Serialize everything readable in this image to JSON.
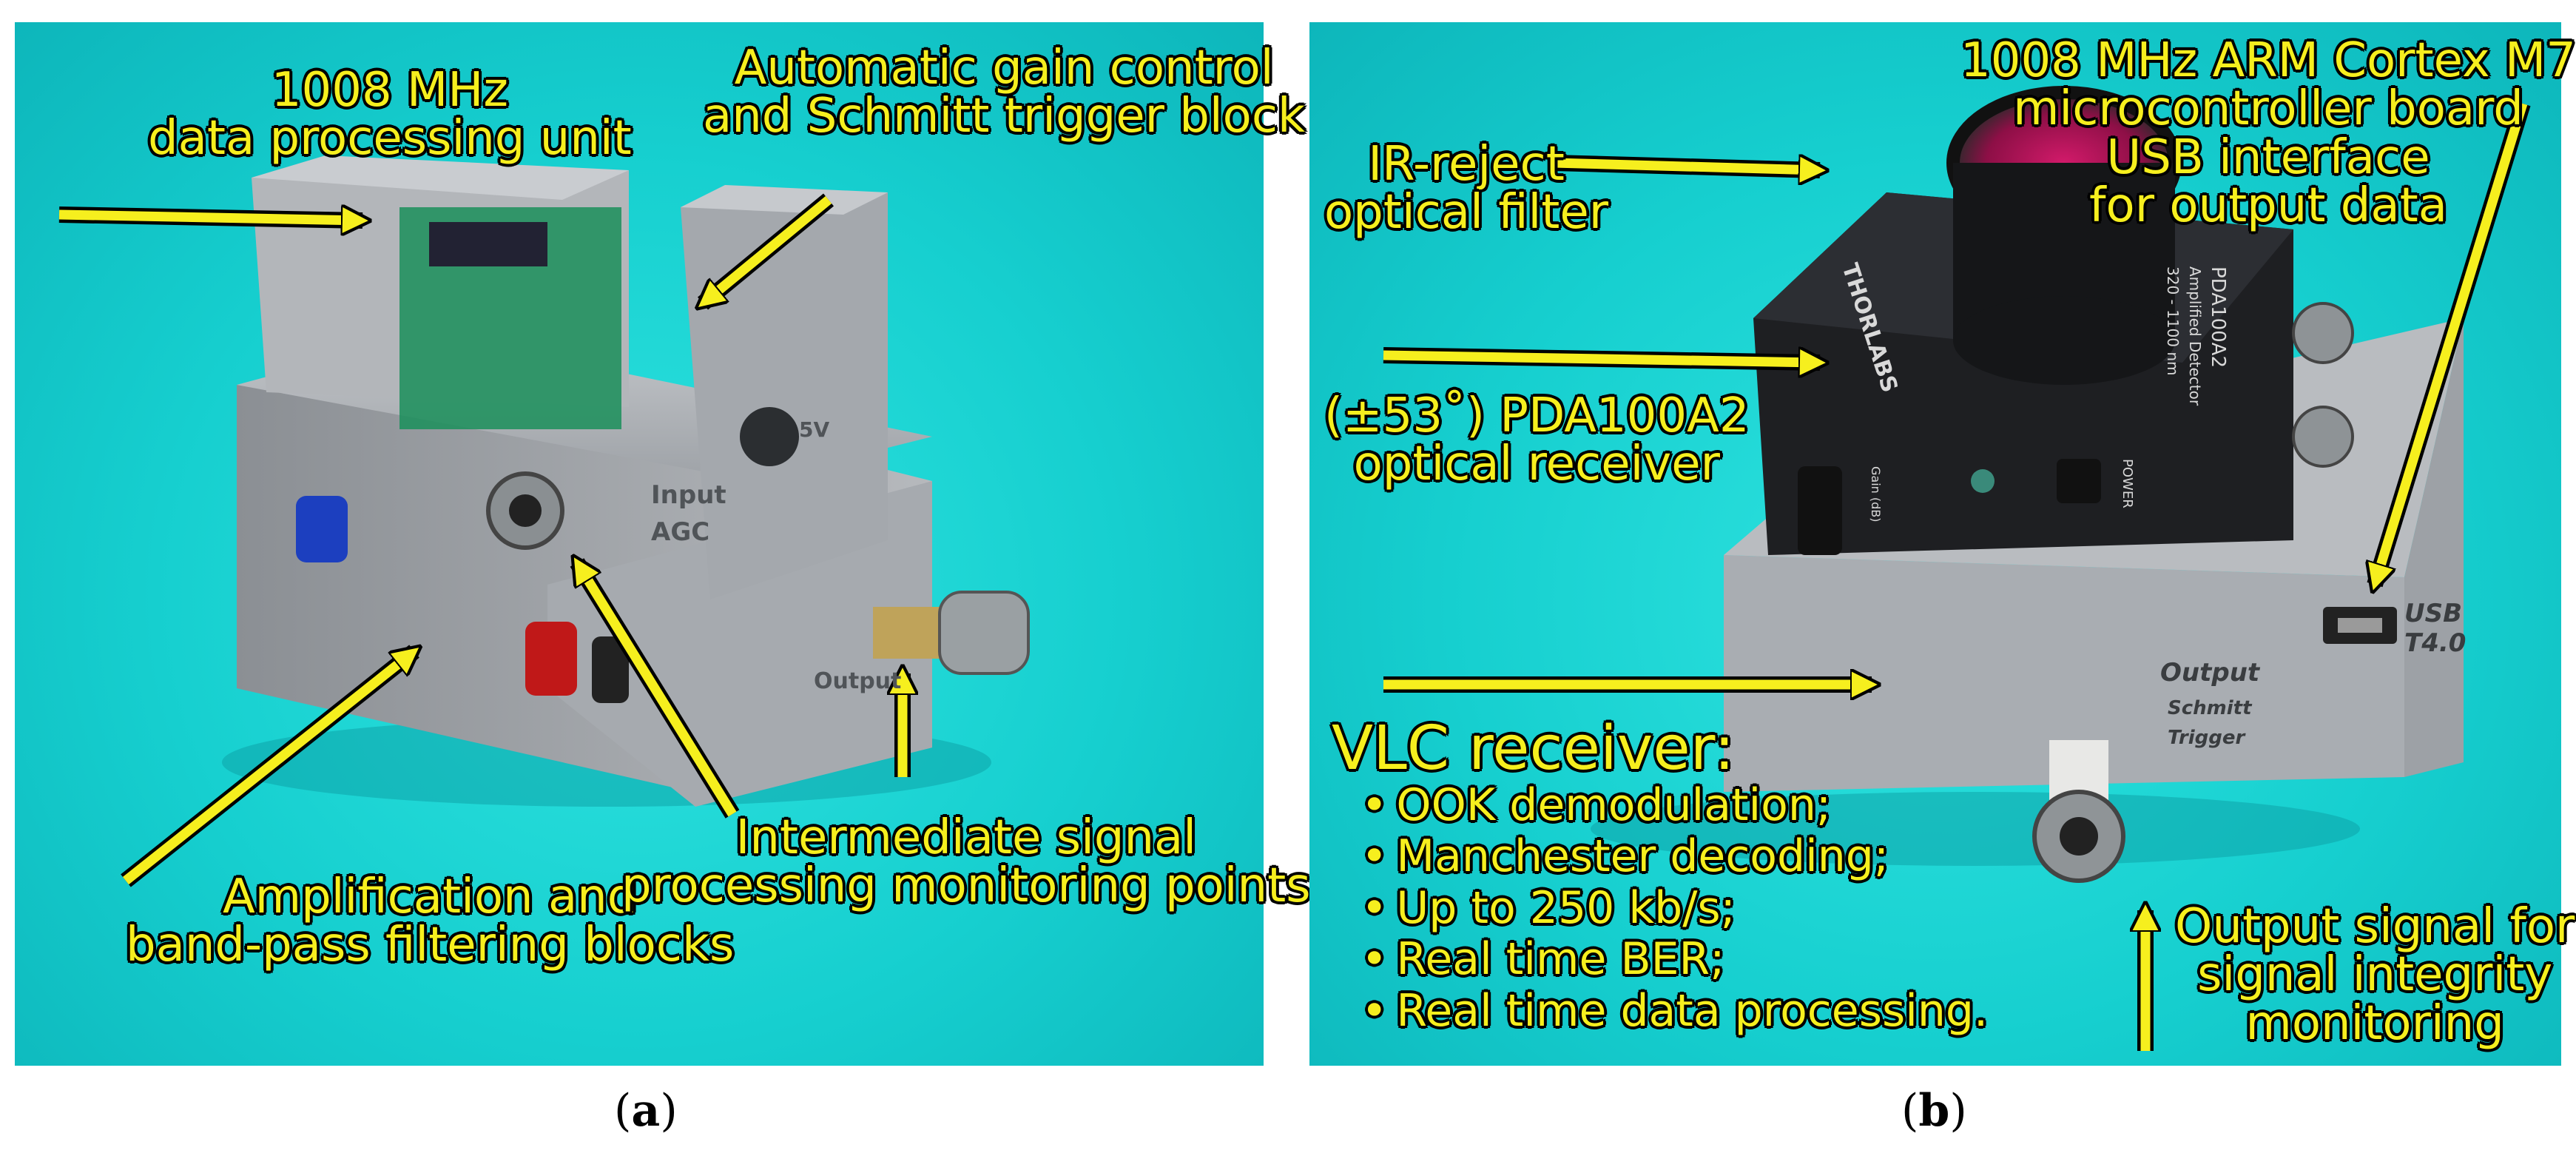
{
  "panel_a": {
    "caption_letter": "a",
    "device_markings": {
      "input": "Input",
      "agc": "AGC",
      "voltage": "5V",
      "output": "Output"
    },
    "labels": {
      "processing_unit": [
        "1008 MHz",
        "data processing unit"
      ],
      "agc_block": [
        "Automatic gain control",
        "and Schmitt  trigger block"
      ],
      "amplification": [
        "Amplification and",
        "band-pass filtering blocks"
      ],
      "monitoring": [
        "Intermediate signal",
        "processing monitoring points"
      ]
    }
  },
  "panel_b": {
    "caption_letter": "b",
    "device_markings": {
      "brand": "THORLABS",
      "model": "PDA100A2",
      "subtitle": "Amplified Detector",
      "range": "320 - 1100 nm",
      "power": "POWER",
      "gain": "Gain (dB)",
      "usb": "USB",
      "board": "T4.0",
      "output": "Output",
      "schmitt": "Schmitt",
      "trigger": "Trigger"
    },
    "labels": {
      "microcontroller": [
        "1008 MHz ARM Cortex M7",
        "microcontroller board",
        "USB interface",
        "for output data"
      ],
      "ir_filter": [
        "IR-reject",
        "optical filter"
      ],
      "optical_receiver": [
        "(±53˚) PDA100A2",
        "optical receiver"
      ],
      "output_signal": [
        "Output signal for",
        "signal integrity",
        "monitoring"
      ],
      "vlc_title": "VLC receiver:",
      "vlc_features": [
        "OOK demodulation;",
        "Manchester decoding;",
        "Up to 250 kb/s;",
        "Real time BER;",
        "Real time data processing."
      ]
    }
  },
  "colors": {
    "background": "#16cfcf",
    "arrow": "#f6ef1e",
    "outline": "#000000",
    "enclosure": "#a9adb2"
  }
}
